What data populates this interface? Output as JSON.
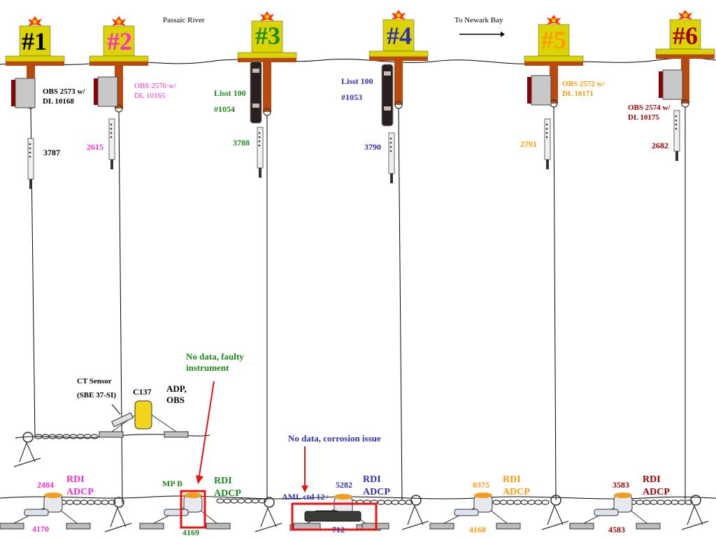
{
  "title_labels": {
    "river": "Passaic River",
    "direction": "To Newark Bay"
  },
  "colors": {
    "buoy_yellow": "#dcd400",
    "buoy_brown": "#b84a10",
    "m1": "#000000",
    "m2": "#ff2ad4",
    "m3": "#1a8a1a",
    "m4": "#3030b0",
    "m5": "#ff9900",
    "m6": "#a00000",
    "annotation_red": "#ee1111"
  },
  "moorings": [
    {
      "id": "#1",
      "obs": "OBS 2573 w/\nDL 10168",
      "sensor": "3787",
      "adcp_label": "RDI\nADCP",
      "adcp_top": "2484",
      "adcp_bottom": "4170"
    },
    {
      "id": "#2",
      "obs": "OBS 2570 w/\nDL 10165",
      "sensor": "2615"
    },
    {
      "id": "#3",
      "lisst": "Lisst 100",
      "lisst_id": "#1054",
      "sensor": "3788",
      "adcp_label": "RDI\nADCP",
      "adcp_top": "MP B",
      "adcp_bottom": "4169"
    },
    {
      "id": "#4",
      "lisst": "Lisst 100",
      "lisst_id": "#1053",
      "sensor": "3790",
      "adcp_label": "RDI\nADCP",
      "adcp_top": "5282",
      "ctd": "AML ctd 12+",
      "ctd_id": "712"
    },
    {
      "id": "#5",
      "obs": "OBS 2572 w/\nDL 10171",
      "sensor": "2791",
      "adcp_label": "RDI\nADCP",
      "adcp_top": "0375",
      "adcp_bottom": "4168"
    },
    {
      "id": "#6",
      "obs": "OBS 2574 w/\nDL 10175",
      "sensor": "2682",
      "adcp_label": "RDI\nADCP",
      "adcp_top": "3583",
      "adcp_bottom": "4583"
    }
  ],
  "frame": {
    "ct_sensor": "CT Sensor",
    "ct_model": "(SBE 37-SI)",
    "c137": "C137",
    "adp_obs": "ADP,\nOBS"
  },
  "annotations": {
    "faulty": "No data, faulty\ninstrument",
    "corrosion": "No data, corrosion issue"
  }
}
